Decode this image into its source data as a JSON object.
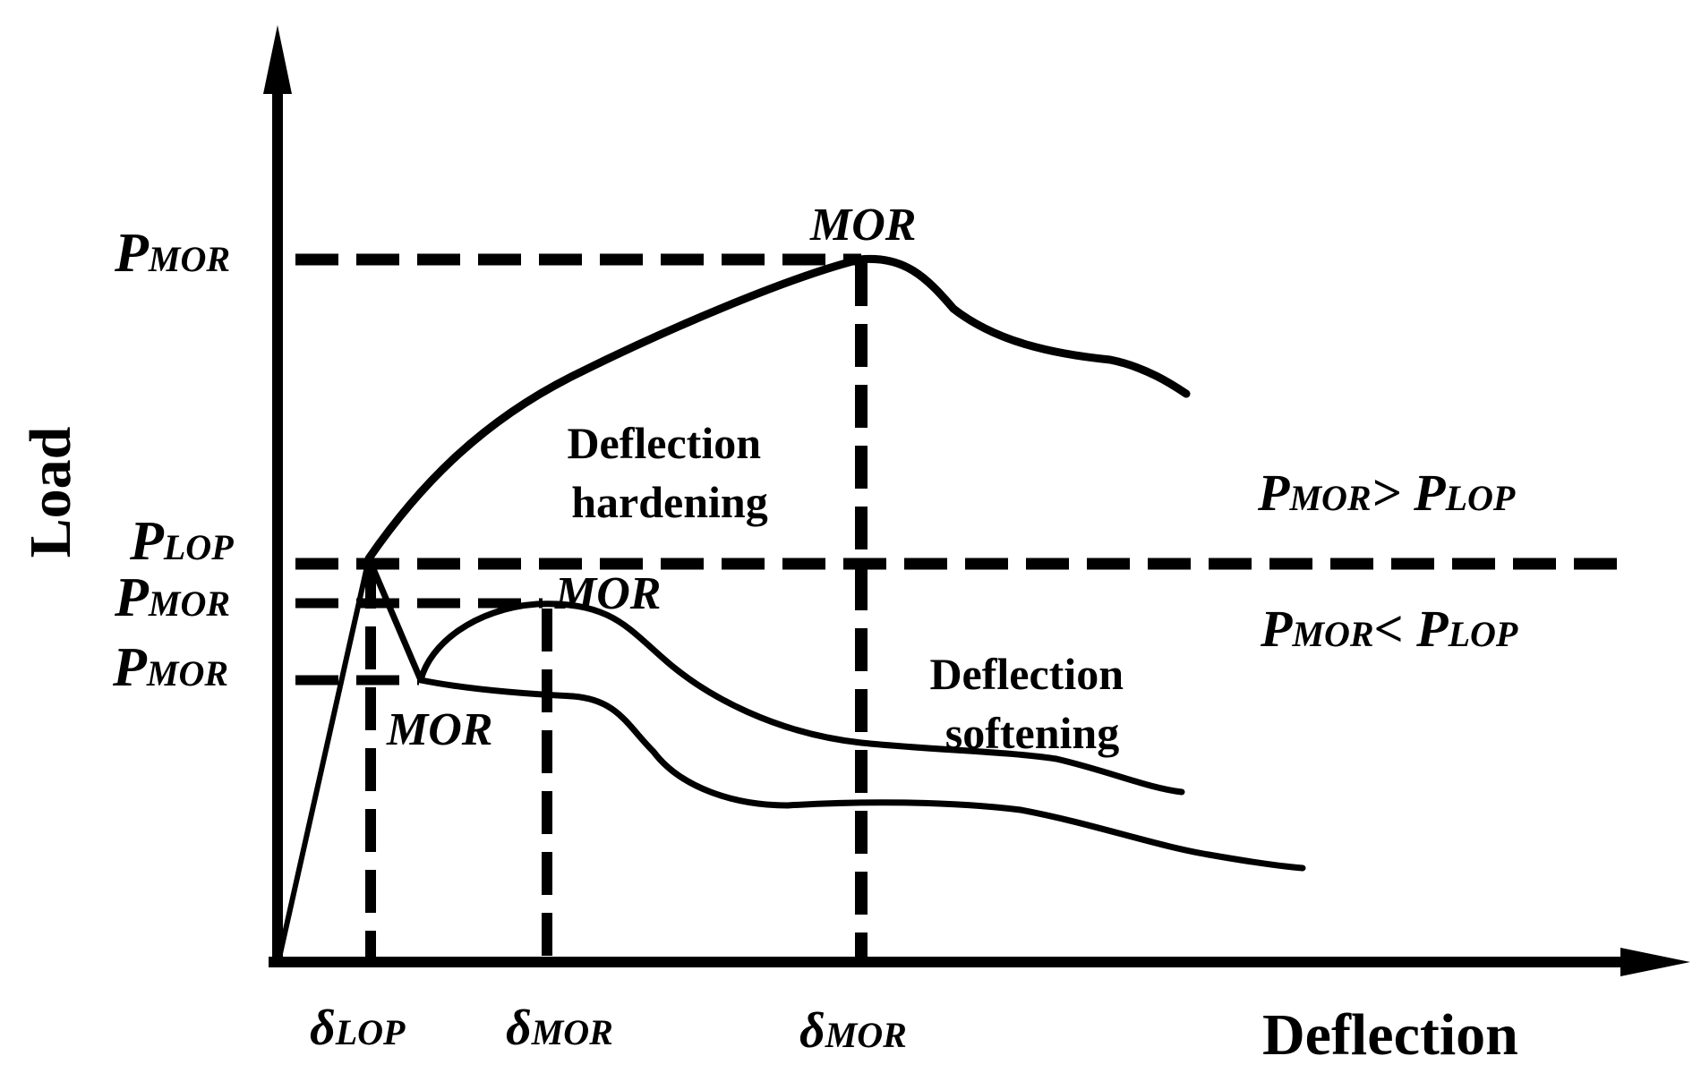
{
  "axes": {
    "y_title": "Load",
    "x_title": "Deflection"
  },
  "y_labels": {
    "p_mor_top": {
      "main": "P",
      "sub": "MOR"
    },
    "p_lop": {
      "main": "P",
      "sub": "LOP"
    },
    "p_mor_mid": {
      "main": "P",
      "sub": "MOR"
    },
    "p_mor_low": {
      "main": "P",
      "sub": "MOR"
    }
  },
  "x_labels": {
    "d_lop": {
      "main": "δ",
      "sub": "LOP"
    },
    "d_mor_1": {
      "main": "δ",
      "sub": "MOR"
    },
    "d_mor_2": {
      "main": "δ",
      "sub": "MOR"
    }
  },
  "annotations": {
    "mor_top": "MOR",
    "mor_mid": "MOR",
    "mor_low": "MOR",
    "hardening_line1": "Deflection",
    "hardening_line2": "hardening",
    "softening_line1": "Deflection",
    "softening_line2": "softening"
  },
  "comparisons": {
    "greater": {
      "a_main": "P",
      "a_sub": "MOR",
      "op": "> ",
      "b_main": "P",
      "b_sub": "LOP"
    },
    "less": {
      "a_main": "P",
      "a_sub": "MOR",
      "op": "< ",
      "b_main": "P",
      "b_sub": "LOP"
    }
  },
  "colors": {
    "ink": "#000000",
    "background": "#ffffff"
  }
}
